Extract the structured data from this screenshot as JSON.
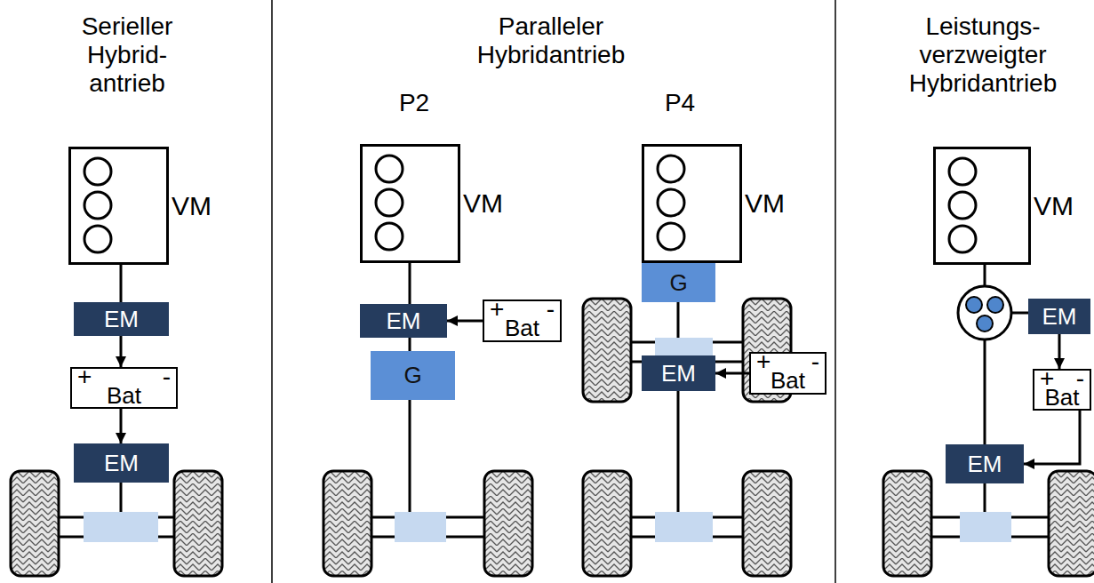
{
  "diagram": {
    "nodes": [
      {
        "text": [
          "VM"
        ]
      },
      {
        "text": [
          "EM"
        ]
      },
      {
        "text": [
          "+",
          "-",
          "Bat"
        ]
      },
      {
        "text": [
          "EM"
        ]
      },
      {
        "text": [
          "VM"
        ]
      },
      {
        "text": [
          "EM"
        ]
      },
      {
        "text": [
          "+",
          "-",
          "Bat"
        ]
      },
      {
        "text": [
          "G"
        ]
      },
      {
        "text": [
          "VM"
        ]
      },
      {
        "text": [
          "G"
        ]
      },
      {
        "text": [
          "EM"
        ]
      },
      {
        "text": [
          "+",
          "-",
          "Bat"
        ]
      },
      {
        "text": [
          "VM"
        ]
      },
      {
        "text": [
          "EM"
        ]
      },
      {
        "text": [
          "+",
          "-",
          "Bat"
        ]
      },
      {
        "text": [
          "EM"
        ]
      }
    ],
    "edges": [
      {
        "from": 0,
        "to": 1,
        "arrow": "none"
      },
      {
        "from": 1,
        "to": 2,
        "arrow": "to"
      },
      {
        "from": 2,
        "to": 3,
        "arrow": "to"
      },
      {
        "from": 4,
        "to": 5,
        "arrow": "none"
      },
      {
        "from": 6,
        "to": 5,
        "arrow": "to"
      },
      {
        "from": 5,
        "to": 7,
        "arrow": "none"
      },
      {
        "from": 8,
        "to": 9,
        "arrow": "none"
      },
      {
        "from": 11,
        "to": 10,
        "arrow": "to"
      },
      {
        "from": 13,
        "to": 14,
        "arrow": "to"
      },
      {
        "from": 14,
        "to": 15,
        "arrow": "to"
      }
    ],
    "labels": [
      "Serieller Hybrid- antrieb",
      "Paralleler Hybridantrieb",
      "P2",
      "P4",
      "Leistungs- verzweigter Hybridantrieb"
    ]
  }
}
